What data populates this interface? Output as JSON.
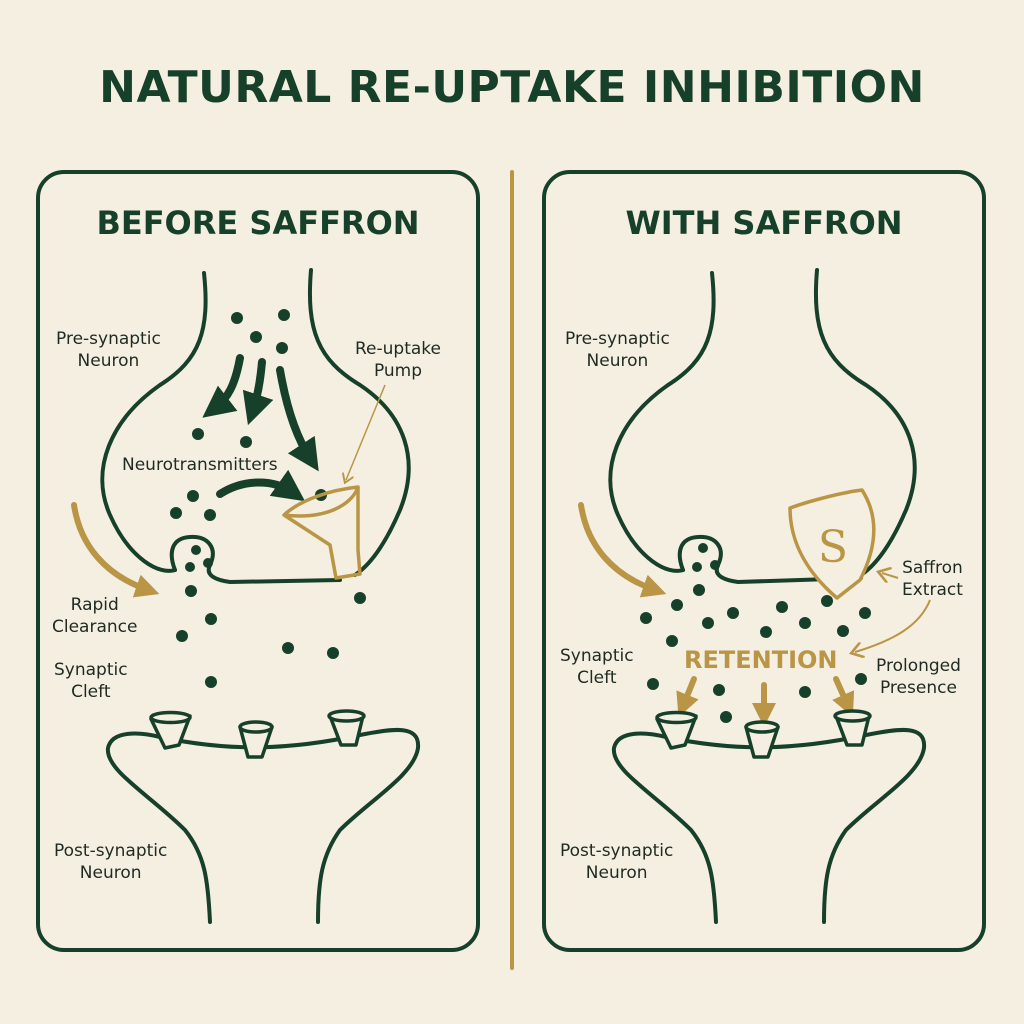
{
  "title": "NATURAL RE-UPTAKE INHIBITION",
  "colors": {
    "background": "#f4efe1",
    "primary": "#17402a",
    "accent": "#b99545"
  },
  "panels": {
    "before": {
      "title": "BEFORE SAFFRON",
      "labels": {
        "pre_l1": "Pre-synaptic",
        "pre_l2": "Neuron",
        "pump_l1": "Re-uptake",
        "pump_l2": "Pump",
        "neurotransmitters": "Neurotransmitters",
        "rapid_l1": "Rapid",
        "rapid_l2": "Clearance",
        "cleft_l1": "Synaptic",
        "cleft_l2": "Cleft",
        "post_l1": "Post-synaptic",
        "post_l2": "Neuron"
      },
      "icons": [
        "reuptake-pump-funnel-icon",
        "arrow-icon",
        "receptor-icon"
      ]
    },
    "with": {
      "title": "WITH SAFFRON",
      "labels": {
        "pre_l1": "Pre-synaptic",
        "pre_l2": "Neuron",
        "saffron_l1": "Saffron",
        "saffron_l2": "Extract",
        "cleft_l1": "Synaptic",
        "cleft_l2": "Cleft",
        "retention": "RETENTION",
        "prolonged_l1": "Prolonged",
        "prolonged_l2": "Presence",
        "post_l1": "Post-synaptic",
        "post_l2": "Neuron"
      },
      "shield_letter": "S",
      "icons": [
        "saffron-shield-icon",
        "arrow-icon",
        "receptor-icon"
      ]
    }
  }
}
